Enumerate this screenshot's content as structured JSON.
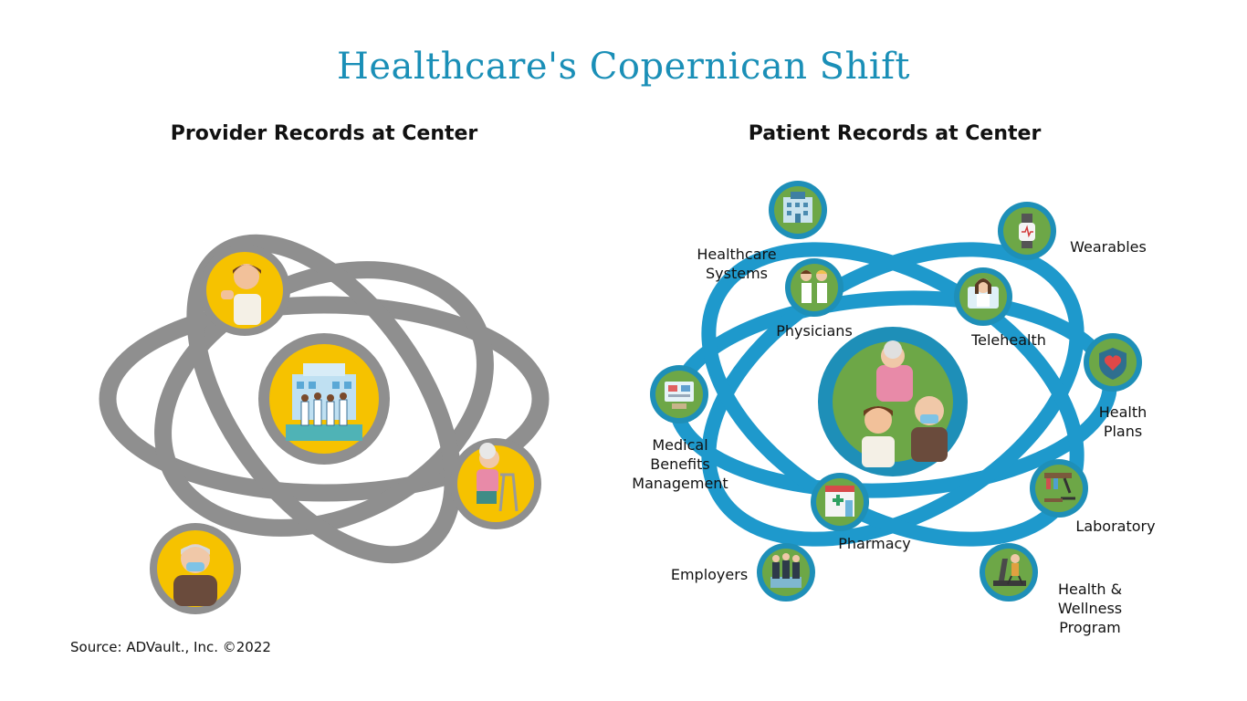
{
  "title": "Healthcare's Copernican Shift",
  "left_panel": {
    "heading": "Provider Records at Center",
    "colors": {
      "orbit": "#8f8f8f",
      "node_fill": "#f6c200"
    },
    "center_icon": "hospital-with-doctors-icon",
    "satellites": [
      {
        "icon": "boy-patient-icon"
      },
      {
        "icon": "grandmother-walker-icon"
      },
      {
        "icon": "grandfather-mask-icon"
      }
    ]
  },
  "right_panel": {
    "heading": "Patient Records at Center",
    "colors": {
      "orbit": "#1e99cc",
      "node_fill": "#6da747",
      "ring": "#1e8fb8"
    },
    "center_icon": "patients-family-icon",
    "nodes": [
      {
        "label": "Healthcare\nSystems",
        "icon": "hospital-building-icon"
      },
      {
        "label": "Wearables",
        "icon": "smartwatch-icon"
      },
      {
        "label": "Physicians",
        "icon": "doctors-icon"
      },
      {
        "label": "Telehealth",
        "icon": "video-doctor-icon"
      },
      {
        "label": "Health\nPlans",
        "icon": "shield-heart-icon"
      },
      {
        "label": "Medical\nBenefits\nManagement",
        "icon": "benefits-forms-icon"
      },
      {
        "label": "Laboratory",
        "icon": "microscope-icon"
      },
      {
        "label": "Pharmacy",
        "icon": "pharmacy-store-icon"
      },
      {
        "label": "Employers",
        "icon": "office-workers-icon"
      },
      {
        "label": "Health &\nWellness\nProgram",
        "icon": "fitness-icon"
      }
    ]
  },
  "source": "Source: ADVault., Inc. ©2022"
}
